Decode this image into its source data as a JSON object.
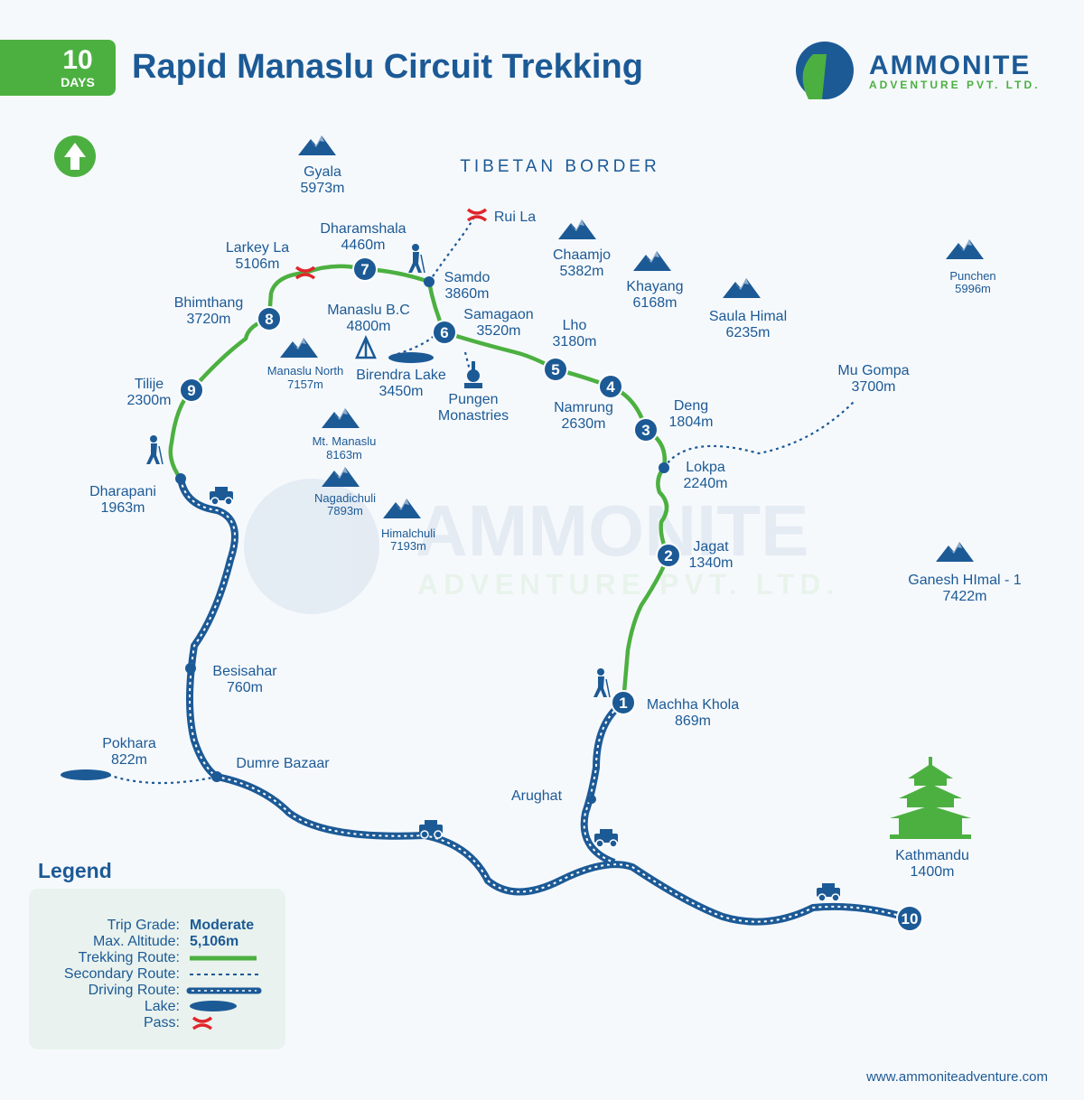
{
  "header": {
    "days_number": "10",
    "days_label": "DAYS",
    "title": "Rapid Manaslu Circuit Trekking"
  },
  "logo": {
    "name": "AMMONITE",
    "subtitle": "ADVENTURE PVT. LTD."
  },
  "watermark": {
    "name": "AMMONITE",
    "subtitle": "ADVENTURE PVT. LTD."
  },
  "border_label": "TIBETAN BORDER",
  "colors": {
    "primary": "#1c5a96",
    "trek": "#4cb041",
    "pass": "#e0262b",
    "legend_bg": "#e9f2ee"
  },
  "places": {
    "dharapani": [
      "Dharapani",
      "1963m"
    ],
    "tilije": [
      "Tilije",
      "2300m"
    ],
    "bhimthang": [
      "Bhimthang",
      "3720m"
    ],
    "larkey": [
      "Larkey La",
      "5106m"
    ],
    "dharamshala": [
      "Dharamshala",
      "4460m"
    ],
    "samdo": [
      "Samdo",
      "3860m"
    ],
    "samagaon": [
      "Samagaon",
      "3520m"
    ],
    "manaslu_bc": [
      "Manaslu B.C",
      "4800m"
    ],
    "birendra": [
      "Birendra Lake",
      "3450m"
    ],
    "pungen": [
      "Pungen",
      "Monastries"
    ],
    "lho": [
      "Lho",
      "3180m"
    ],
    "namrung": [
      "Namrung",
      "2630m"
    ],
    "deng": [
      "Deng",
      "1804m"
    ],
    "lokpa": [
      "Lokpa",
      "2240m"
    ],
    "jagat": [
      "Jagat",
      "1340m"
    ],
    "machha": [
      "Machha Khola",
      "869m"
    ],
    "mu_gompa": [
      "Mu Gompa",
      "3700m"
    ],
    "besisahar": [
      "Besisahar",
      "760m"
    ],
    "pokhara": [
      "Pokhara",
      "822m"
    ],
    "dumre": [
      "Dumre Bazaar"
    ],
    "arughat": [
      "Arughat"
    ],
    "kathmandu": [
      "Kathmandu",
      "1400m"
    ],
    "rui_la": [
      "Rui La"
    ]
  },
  "peaks": {
    "gyala": [
      "Gyala",
      "5973m"
    ],
    "chaamjo": [
      "Chaamjo",
      "5382m"
    ],
    "khayang": [
      "Khayang",
      "6168m"
    ],
    "saula": [
      "Saula Himal",
      "6235m"
    ],
    "punchen": [
      "Punchen",
      "5996m"
    ],
    "manaslu_north": [
      "Manaslu North",
      "7157m"
    ],
    "mt_manaslu": [
      "Mt. Manaslu",
      "8163m"
    ],
    "nagadichuli": [
      "Nagadichuli",
      "7893m"
    ],
    "himalchuli": [
      "Himalchuli",
      "7193m"
    ],
    "ganesh": [
      "Ganesh HImal - 1",
      "7422m"
    ]
  },
  "stops": [
    "1",
    "2",
    "3",
    "4",
    "5",
    "6",
    "7",
    "8",
    "9",
    "10"
  ],
  "legend": {
    "title": "Legend",
    "trip_grade_label": "Trip Grade:",
    "trip_grade": "Moderate",
    "max_alt_label": "Max. Altitude:",
    "max_alt": "5,106m",
    "trekking": "Trekking Route:",
    "secondary": "Secondary Route:",
    "driving": "Driving Route:",
    "lake": "Lake:",
    "pass": "Pass:"
  },
  "website": "www.ammoniteadventure.com"
}
